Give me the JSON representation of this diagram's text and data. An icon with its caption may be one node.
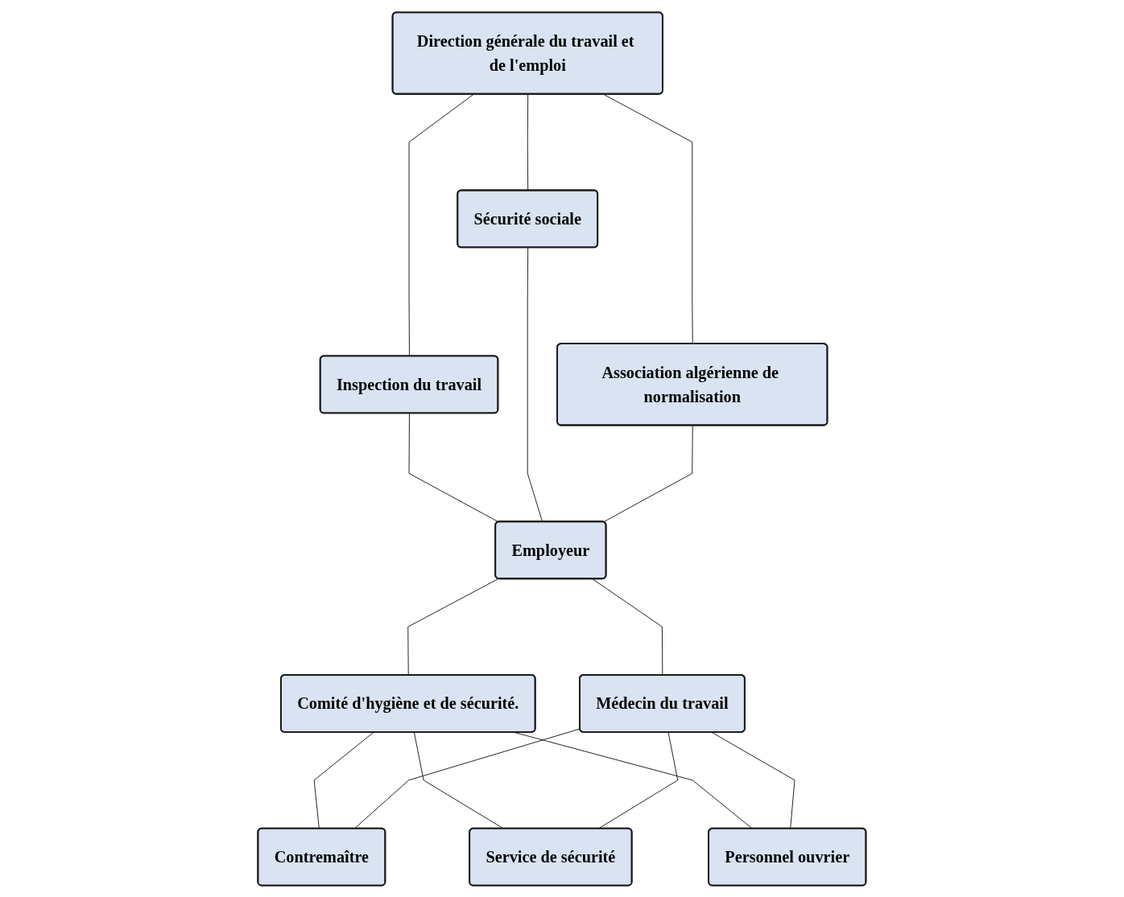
{
  "diagram": {
    "nodes": [
      {
        "text": [
          "Direction générale du travail et de l'emploi"
        ]
      },
      {
        "text": [
          "Sécurité sociale"
        ]
      },
      {
        "text": [
          "Inspection du travail"
        ]
      },
      {
        "text": [
          "Association algérienne de normalisation"
        ]
      },
      {
        "text": [
          "Employeur"
        ]
      },
      {
        "text": [
          "Comité d'hygiène et de sécurité."
        ]
      },
      {
        "text": [
          "Médecin du travail"
        ]
      },
      {
        "text": [
          "Contremaître"
        ]
      },
      {
        "text": [
          "Service de sécurité"
        ]
      },
      {
        "text": [
          "Personnel ouvrier"
        ]
      }
    ],
    "edges": [
      {
        "from": 0,
        "to": 2,
        "arrow": "none"
      },
      {
        "from": 0,
        "to": 1,
        "arrow": "none"
      },
      {
        "from": 0,
        "to": 3,
        "arrow": "none"
      },
      {
        "from": 2,
        "to": 4,
        "arrow": "none"
      },
      {
        "from": 1,
        "to": 4,
        "arrow": "none"
      },
      {
        "from": 3,
        "to": 4,
        "arrow": "none"
      },
      {
        "from": 4,
        "to": 5,
        "arrow": "none"
      },
      {
        "from": 4,
        "to": 6,
        "arrow": "none"
      },
      {
        "from": 5,
        "to": 7,
        "arrow": "none"
      },
      {
        "from": 5,
        "to": 8,
        "arrow": "none"
      },
      {
        "from": 5,
        "to": 9,
        "arrow": "none"
      },
      {
        "from": 6,
        "to": 7,
        "arrow": "none"
      },
      {
        "from": 6,
        "to": 8,
        "arrow": "none"
      },
      {
        "from": 6,
        "to": 9,
        "arrow": "none"
      }
    ]
  }
}
